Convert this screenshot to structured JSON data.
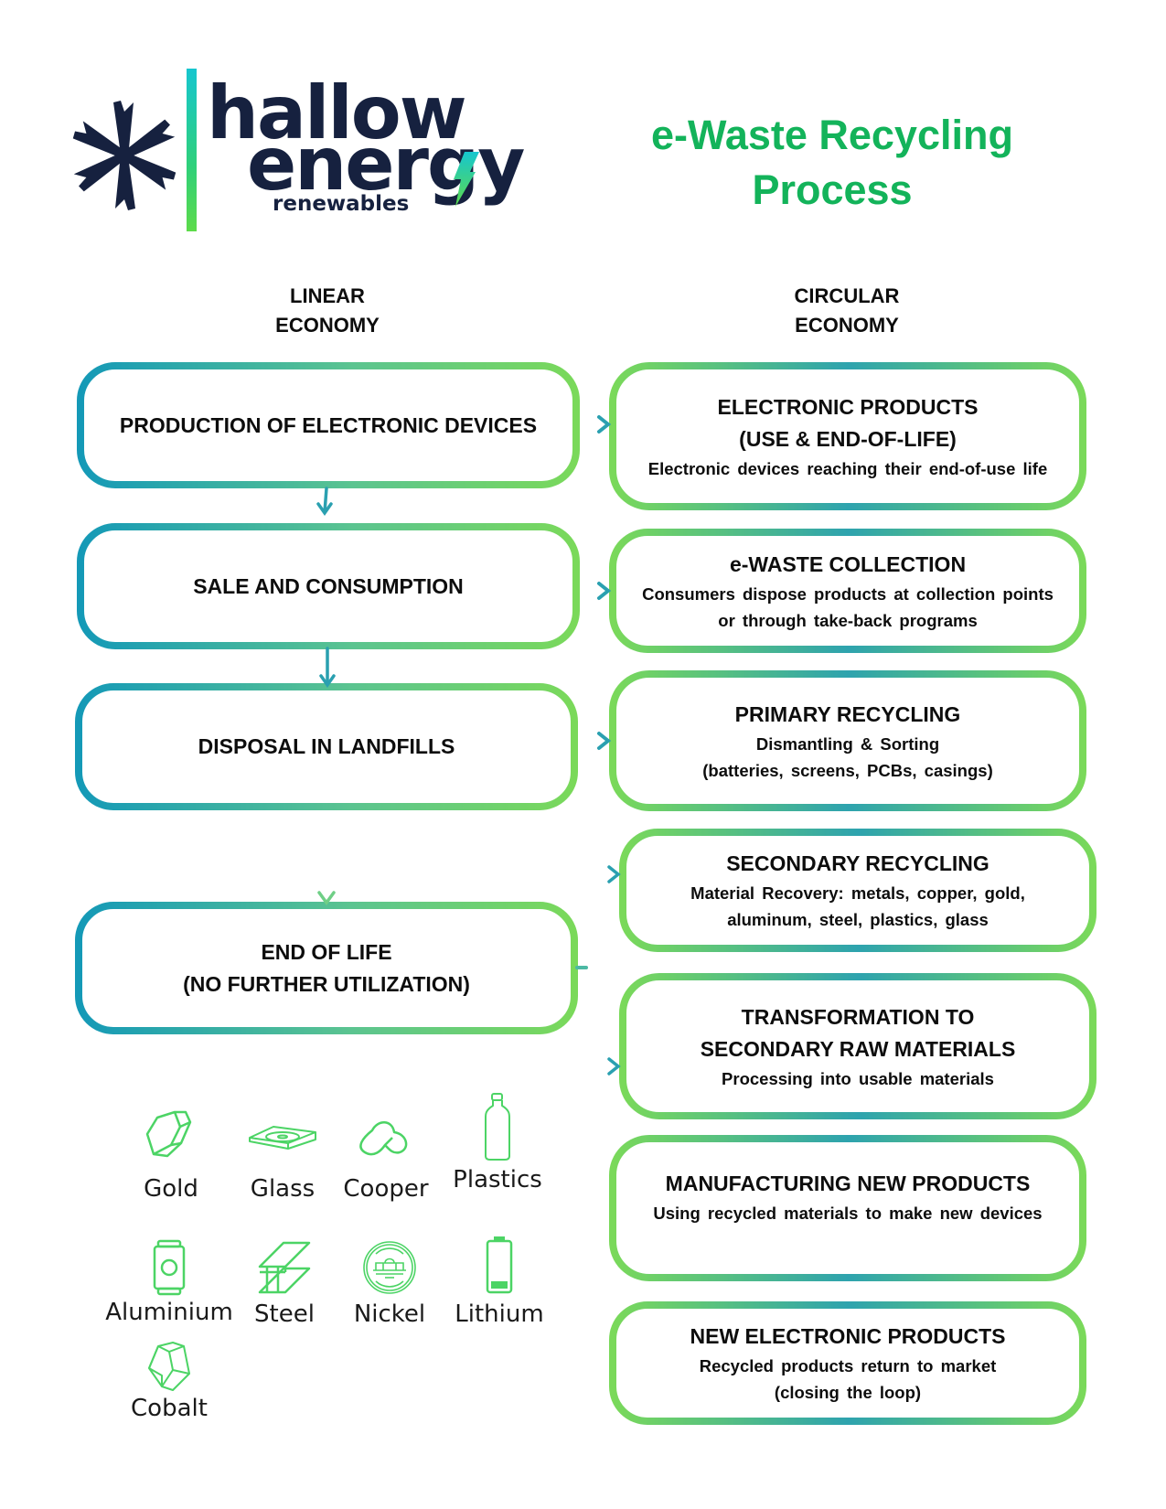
{
  "brand": {
    "line1": "hallow",
    "line2": "energy",
    "line3": "renewables",
    "primary_color": "#16213f",
    "accent_gradient": [
      "#16c6cf",
      "#5ddb4a"
    ]
  },
  "title": {
    "line1": "e-Waste Recycling",
    "line2": "Process",
    "color": "#13b35a"
  },
  "columns": {
    "linear": {
      "line1": "LINEAR",
      "line2": "ECONOMY"
    },
    "circular": {
      "line1": "CIRCULAR",
      "line2": "ECONOMY"
    }
  },
  "linear_steps": [
    {
      "title": "PRODUCTION OF ELECTRONIC DEVICES"
    },
    {
      "title": "SALE AND CONSUMPTION"
    },
    {
      "title": "DISPOSAL IN LANDFILLS"
    },
    {
      "title": "END OF LIFE",
      "title2": "(NO FURTHER UTILIZATION)"
    }
  ],
  "circular_steps": [
    {
      "title": "ELECTRONIC PRODUCTS",
      "title2": "(USE & END-OF-LIFE)",
      "desc": "Electronic devices reaching their end-of-use life"
    },
    {
      "title": "e-WASTE COLLECTION",
      "desc": "Consumers dispose products at collection points",
      "desc2": "or through take-back programs"
    },
    {
      "title": "PRIMARY RECYCLING",
      "desc": "Dismantling & Sorting",
      "desc2": "(batteries, screens, PCBs, casings)"
    },
    {
      "title": "SECONDARY RECYCLING",
      "desc": "Material Recovery: metals, copper, gold,",
      "desc2": "aluminum, steel, plastics, glass"
    },
    {
      "title": "TRANSFORMATION TO",
      "title2": "SECONDARY RAW MATERIALS",
      "desc": "Processing into usable materials"
    },
    {
      "title": "MANUFACTURING NEW PRODUCTS",
      "desc": "Using recycled materials to make new devices"
    },
    {
      "title": "NEW ELECTRONIC PRODUCTS",
      "desc": "Recycled products return to market",
      "desc2": "(closing the loop)"
    }
  ],
  "materials": [
    {
      "label": "Gold",
      "icon": "gem-icon"
    },
    {
      "label": "Glass",
      "icon": "glass-sheet-icon"
    },
    {
      "label": "Cooper",
      "icon": "copper-nugget-icon"
    },
    {
      "label": "Plastics",
      "icon": "bottle-icon"
    },
    {
      "label": "Aluminium",
      "icon": "can-icon"
    },
    {
      "label": "Steel",
      "icon": "steel-beam-icon"
    },
    {
      "label": "Nickel",
      "icon": "coin-icon"
    },
    {
      "label": "Lithium",
      "icon": "battery-icon"
    },
    {
      "label": "Cobalt",
      "icon": "ore-icon"
    }
  ],
  "colors": {
    "teal": "#1499b7",
    "green": "#7ad95a",
    "icon_green": "#4cd465"
  }
}
